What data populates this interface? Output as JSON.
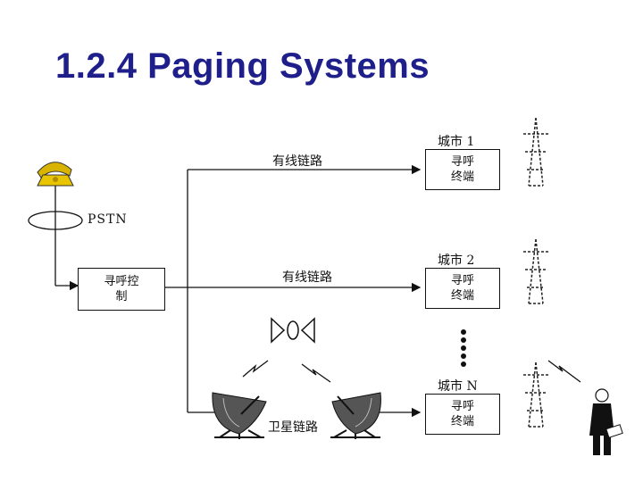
{
  "title": "1.2.4  Paging Systems",
  "pstn_label": "PSTN",
  "control_box": {
    "line1": "寻呼控",
    "line2": "制"
  },
  "links": {
    "wired_1": "有线链路",
    "wired_2": "有线链路",
    "satellite": "卫星链路"
  },
  "cities": [
    {
      "label": "城市 1",
      "terminal_line1": "寻呼",
      "terminal_line2": "终端"
    },
    {
      "label": "城市 2",
      "terminal_line1": "寻呼",
      "terminal_line2": "终端"
    },
    {
      "label": "城市 N",
      "terminal_line1": "寻呼",
      "terminal_line2": "终端"
    }
  ],
  "icons": [
    "telephone-icon",
    "satellite-icon",
    "dish-antenna-icon",
    "transmitter-tower-icon",
    "person-pager-icon"
  ]
}
